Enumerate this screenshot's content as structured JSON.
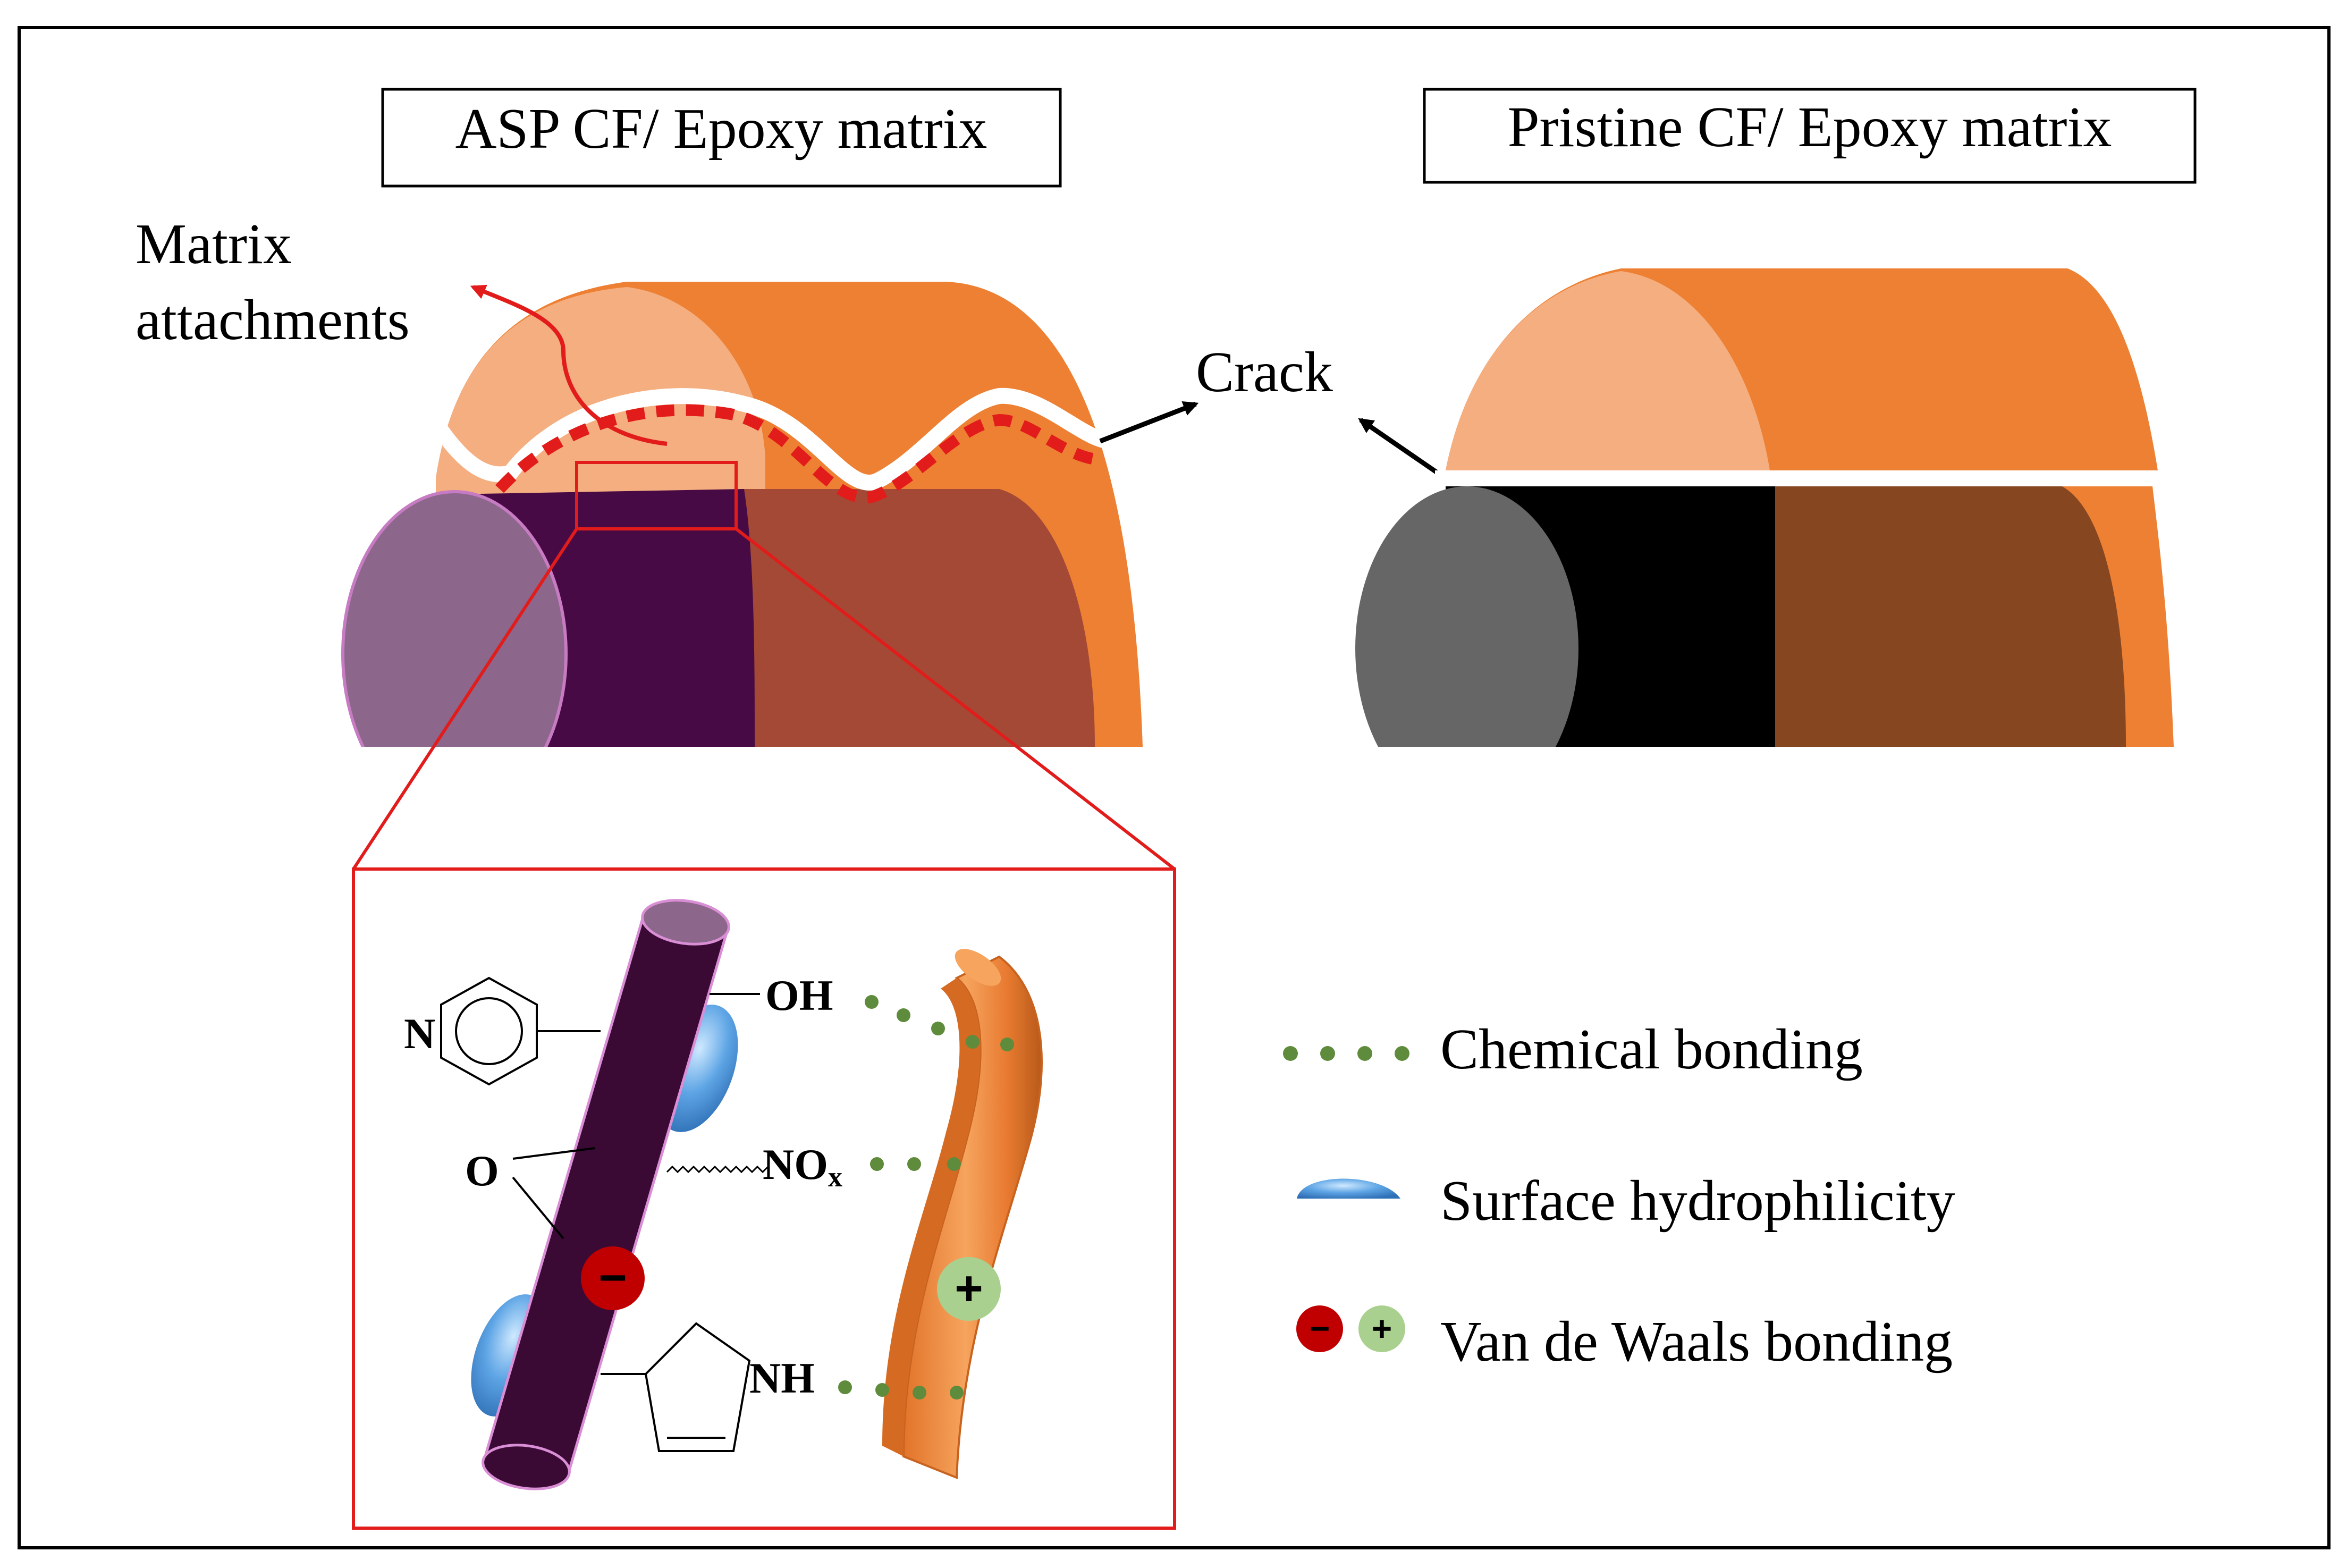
{
  "panels": {
    "left_title": "ASP CF/ Epoxy matrix",
    "right_title": "Pristine CF/ Epoxy matrix"
  },
  "annotations": {
    "matrix_line1": "Matrix",
    "matrix_line2": "attachments",
    "crack": "Crack"
  },
  "inset": {
    "pyridine_n": "N",
    "oh": "OH",
    "epoxide_o": "O",
    "no": "NO",
    "no_sub": "x",
    "nh": "NH",
    "minus_sign": "−",
    "plus_sign": "+"
  },
  "legend": {
    "chemical": "Chemical bonding",
    "hydrophilicity": "Surface hydrophilicity",
    "vdw": "Van de Waals bonding",
    "minus_sign": "−",
    "plus_sign": "+"
  },
  "colors": {
    "matrix_orange": "#ED8033",
    "matrix_light": "#F4AE80",
    "asp_fiber_dark": "#480A45",
    "asp_fiber_face": "#8C678B",
    "asp_embedded": "#A34936",
    "pristine_fiber": "#000000",
    "pristine_face": "#666666",
    "pristine_embedded": "#854620",
    "callout_red": "#E21B1B",
    "bond_green": "#5E8B3C",
    "minus_red": "#C00000",
    "plus_green": "#A9D08E",
    "droplet_blue": "#5EA5E5"
  }
}
